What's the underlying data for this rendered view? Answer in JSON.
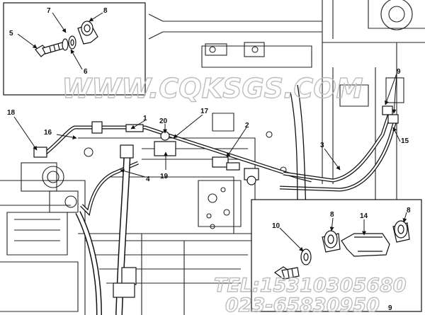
{
  "watermark": {
    "site": "WWW.CQKSGS.COM",
    "tel": "TEL:15310305680",
    "phone": "023-65830950"
  },
  "callouts": {
    "c1": "1",
    "c2": "2",
    "c3": "3",
    "c4": "4",
    "c5": "5",
    "c6": "6",
    "c7": "7",
    "c8_top": "8",
    "c8_insetA": "8",
    "c8_insetB": "8",
    "c9_top": "9",
    "c9_inset": "9",
    "c10": "10",
    "c14": "14",
    "c15": "15",
    "c16": "16",
    "c17": "17",
    "c18": "18",
    "c19": "19",
    "c20": "20"
  }
}
